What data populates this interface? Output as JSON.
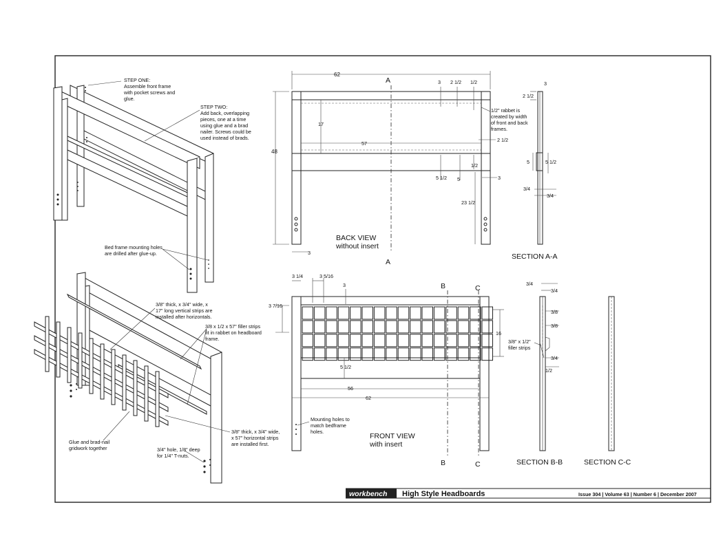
{
  "footer": {
    "brand": "workbench",
    "title": "High Style Headboards",
    "issue": "Issue 304 | Volume 63 | Number 6 | December 2007"
  },
  "callouts": {
    "step1": [
      "STEP ONE:",
      "Assemble front frame",
      "with pocket screws and",
      "glue."
    ],
    "step2": [
      "STEP TWO:",
      "Add back, overlapping",
      "pieces, one at a time",
      "using glue and a brad",
      "nailer. Screws could be",
      "used instead of brads."
    ],
    "bed_holes": [
      "Bed frame mounting holes",
      "are drilled after glue-up."
    ],
    "vertical_strips": [
      "3/8\" thick, x 3/4\" wide, x",
      "17\" long vertical strips are",
      "installed after horizontals."
    ],
    "filler_strips": [
      "3/8 x 1/2 x 57\" filler strips",
      "fit in rabbet on headboard",
      "frame."
    ],
    "glue_grid": [
      "Glue and brad-nail",
      "gridwork together"
    ],
    "horizontal_strips": [
      "3/8\" thick, x 3/4\" wide,",
      "x 57\" horizontal strips",
      "are installed first."
    ],
    "tnut_hole": [
      "3/4\" hole, 1/8\" deep",
      "for 1/4\" T-nuts."
    ],
    "rabbet": [
      "1/2\" rabbet is",
      "created by width",
      "of front and back",
      "frames."
    ],
    "mounting_holes": [
      "Mounting holes to",
      "match bedframe",
      "holes."
    ],
    "filler_bb": [
      "3/8\" x 1/2\"",
      "filler strips"
    ]
  },
  "views": {
    "back_view": [
      "BACK VIEW",
      "without insert"
    ],
    "front_view": [
      "FRONT VIEW",
      "with insert"
    ],
    "section_aa": "SECTION  A-A",
    "section_bb": "SECTION  B-B",
    "section_cc": "SECTION  C-C",
    "marker_a": "A",
    "marker_b": "B",
    "marker_c": "C"
  },
  "dims": {
    "back_62": "62",
    "back_3": "3",
    "back_2_5": "2 1/2",
    "back_half": "1/2",
    "back_17": "17",
    "back_57": "57",
    "back_48": "48",
    "back_2_5b": "2 1/2",
    "back_half2": "1/2",
    "back_5_5": "5 1/2",
    "back_5": "5",
    "back_3b": "3",
    "back_23_5": "23 1/2",
    "back_3c": "3",
    "aa_3": "3",
    "aa_2_5": "2 1/2",
    "aa_5": "5",
    "aa_5_5": "5 1/2",
    "aa_34a": "3/4",
    "aa_34b": "3/4",
    "front_3_14": "3 1/4",
    "front_3_516": "3 5/16",
    "front_3": "3",
    "front_3_716": "3 7/16",
    "front_16": "16",
    "front_5_5": "5 1/2",
    "front_56": "56",
    "front_62": "62",
    "bb_34a": "3/4",
    "bb_34b": "3/4",
    "bb_38a": "3/8",
    "bb_38b": "3/8",
    "bb_34c": "3/4",
    "bb_half": "1/2"
  }
}
